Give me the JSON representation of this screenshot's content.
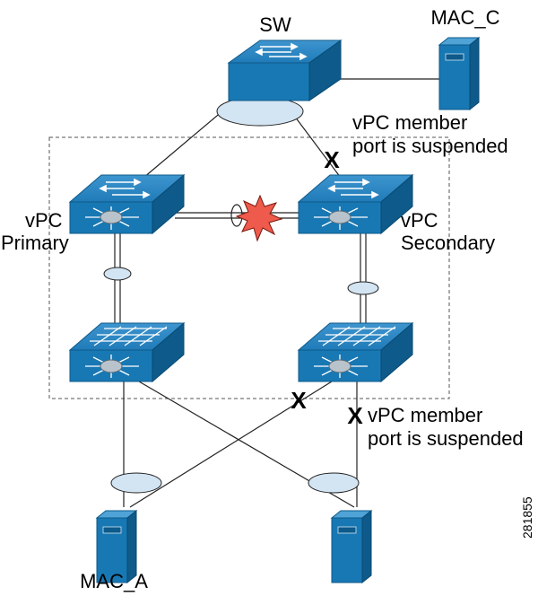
{
  "labels": {
    "sw": "SW",
    "mac_c": "MAC_C",
    "mac_a": "MAC_A",
    "vpc_primary_line1": "vPC",
    "vpc_primary_line2": "Primary",
    "vpc_secondary_line1": "vPC",
    "vpc_secondary_line2": "Secondary",
    "suspended_top_line1": "vPC member",
    "suspended_top_line2": "port is suspended",
    "suspended_bottom_line1": "vPC member",
    "suspended_bottom_line2": "port is suspended",
    "x_mark": "X",
    "figure_id": "281855"
  },
  "colors": {
    "device_blue": "#1878B4",
    "device_dark": "#0E5A8A",
    "device_light": "#4FA3D6",
    "link_bubble": "#D3E4F2",
    "failure_burst": "#EE5A4B",
    "domain_border": "#555555"
  }
}
